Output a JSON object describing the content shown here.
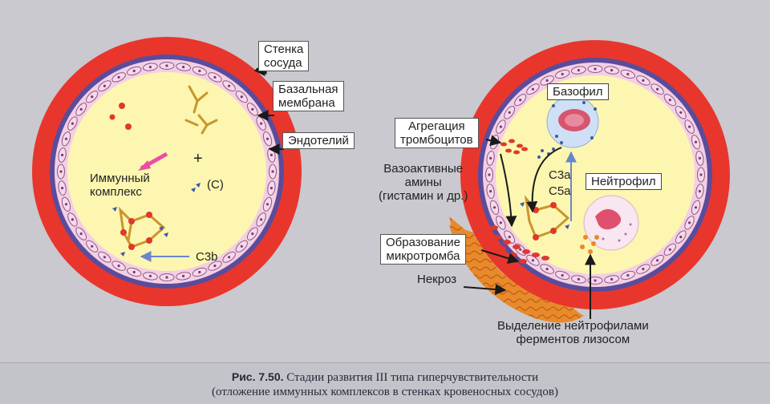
{
  "labels": {
    "vessel_wall": "Стенка\nсосуда",
    "basement_membrane": "Базальная\nмембрана",
    "endothelium": "Эндотелий",
    "immune_complex": "Иммунный\nкомплекс",
    "complement": "(С)",
    "plus": "+",
    "c3b": "С3b",
    "platelet_aggregation": "Агрегация\nтромбоцитов",
    "vasoactive_amines": "Вазоактивные\nамины\n(гистамин и др.)",
    "c3a": "С3а",
    "c5a": "С5а",
    "basophil": "Базофил",
    "neutrophil": "Нейтрофил",
    "microthrombus": "Образование\nмикротромба",
    "necrosis": "Некроз",
    "lysosome_release": "Выделение нейтрофилами\nферментов лизосом"
  },
  "caption": {
    "fig_number": "Рис. 7.50.",
    "line1": "Стадии развития III типа гиперчувствительности",
    "line2": "(отложение иммунных комплексов в стенках кровеносных сосудов)"
  },
  "colors": {
    "wall": "#e8362c",
    "membrane": "#5a4c9c",
    "endothelium": "#f4cfe3",
    "lumen": "#fdf6b0",
    "necrosis": "#e88a2a",
    "background": "#c9c9cf"
  }
}
